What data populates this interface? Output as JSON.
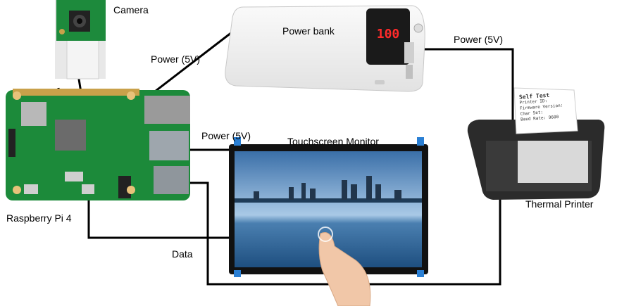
{
  "labels": {
    "camera": "Camera",
    "power_bank": "Power bank",
    "power_camera": "Power (5V)",
    "power_printer": "Power (5V)",
    "power_monitor": "Power (5V)",
    "touchscreen_monitor": "Touchscreen Monitor",
    "raspberry_pi": "Raspberry Pi 4",
    "thermal_printer": "Thermal Printer",
    "data": "Data"
  },
  "power_bank_display": "100",
  "printer_paper": {
    "title": "Self Test",
    "lines": [
      "Printer ID:",
      "Firmware Version:",
      "Char Set:",
      "Baud Rate: 9600"
    ]
  },
  "colors": {
    "wire": "#000000",
    "pcb": "#1c8a3a",
    "pcb_dark": "#0f5c25",
    "display_red": "#ff2a2a",
    "screen_sky": "#6fa6d6",
    "screen_water": "#2f6fa8",
    "bezel": "#111111",
    "usb_blue": "#2a7fd4"
  }
}
